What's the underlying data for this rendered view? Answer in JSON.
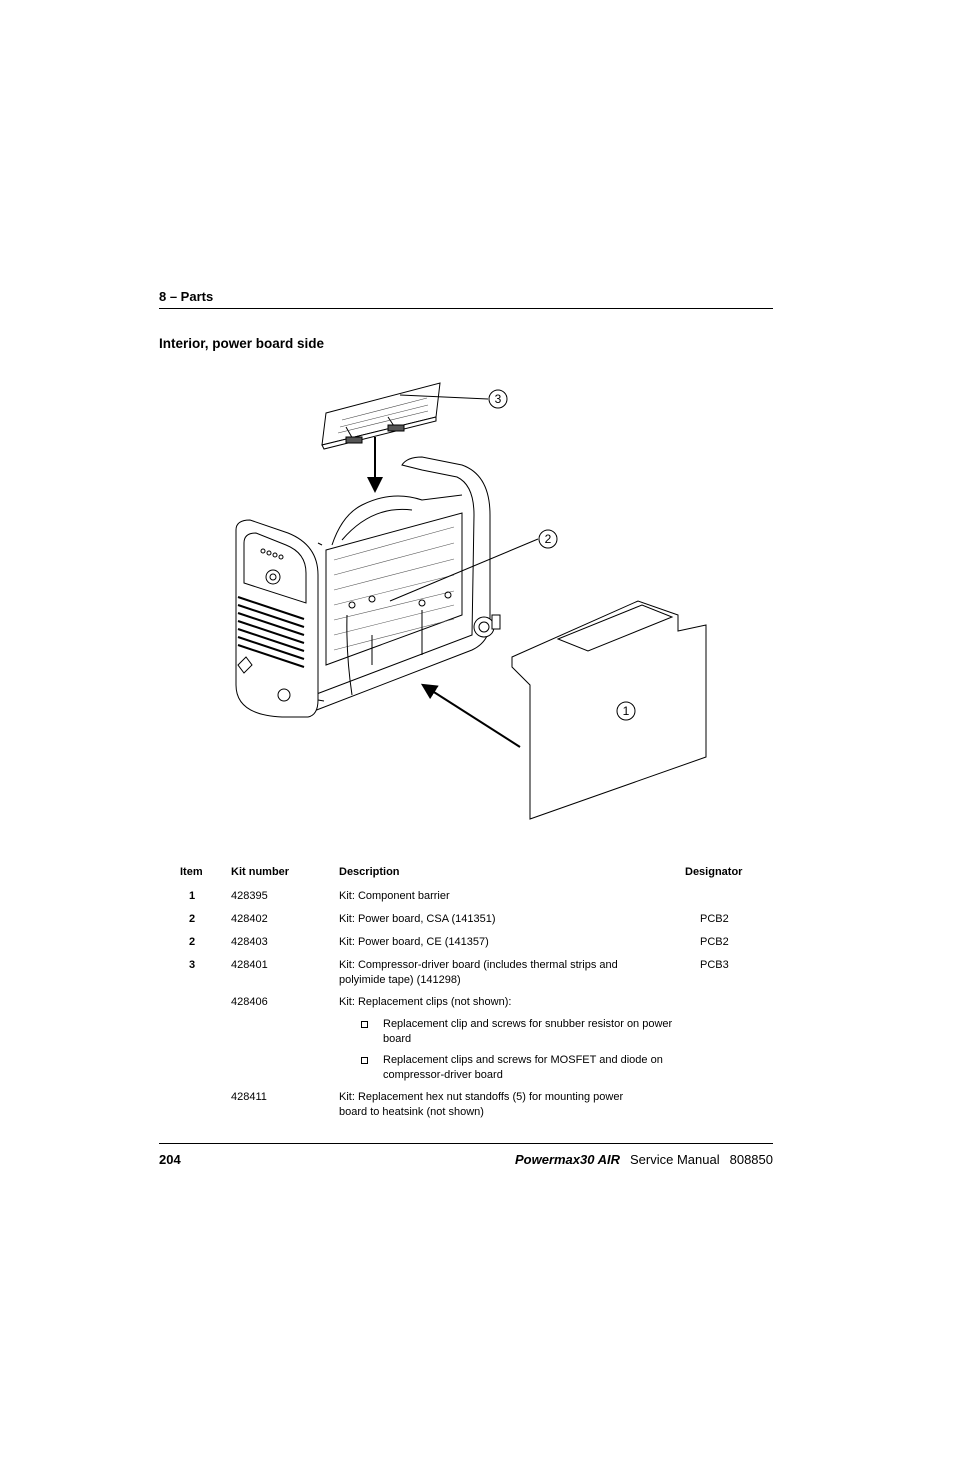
{
  "header": {
    "chapter": "8  –  Parts"
  },
  "section": {
    "title": "Interior, power board side"
  },
  "figure": {
    "callouts": [
      "1",
      "2",
      "3"
    ]
  },
  "table": {
    "headers": {
      "item": "Item",
      "kit": "Kit number",
      "description": "Description",
      "designator": "Designator"
    },
    "rows": [
      {
        "item": "1",
        "kit": "428395",
        "description": "Kit: Component barrier",
        "designator": ""
      },
      {
        "item": "2",
        "kit": "428402",
        "description": "Kit: Power board, CSA (141351)",
        "designator": "PCB2"
      },
      {
        "item": "2",
        "kit": "428403",
        "description": "Kit: Power board, CE (141357)",
        "designator": "PCB2"
      },
      {
        "item": "3",
        "kit": "428401",
        "description": "Kit: Compressor-driver board (includes thermal strips and polyimide tape) (141298)",
        "designator": "PCB3"
      },
      {
        "item": "",
        "kit": "428406",
        "description": "Kit: Replacement clips (not shown):",
        "designator": "",
        "bullets": [
          "Replacement clip and screws for snubber resistor on power board",
          "Replacement clips and screws for MOSFET and diode on compressor-driver board"
        ]
      },
      {
        "item": "",
        "kit": "428411",
        "description": "Kit: Replacement hex nut standoffs (5) for mounting power board to heatsink (not shown)",
        "designator": ""
      }
    ]
  },
  "footer": {
    "page": "204",
    "product": "Powermax30 AIR",
    "doc_type": "Service Manual",
    "doc_number": "808850"
  }
}
